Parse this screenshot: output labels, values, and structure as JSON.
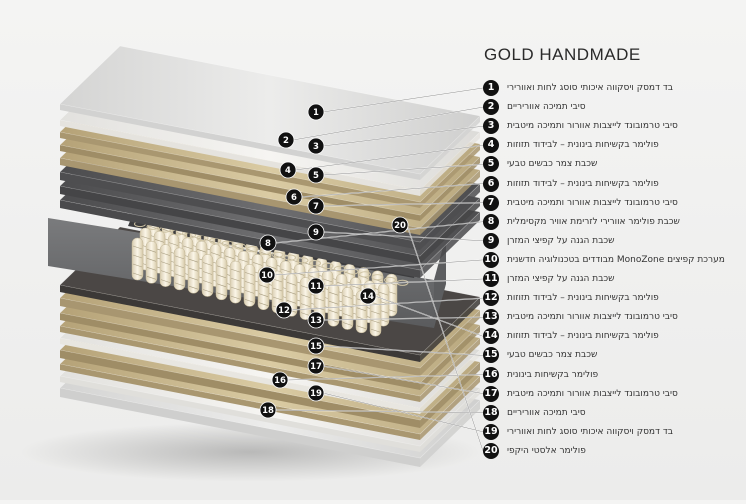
{
  "title": "GOLD HANDMADE",
  "legend": [
    {
      "num": "1",
      "text": "בד דמסק ויסקווה איכותי סוסג לחות ואוורירי"
    },
    {
      "num": "2",
      "text": "סיבי תמיכה אווריריים"
    },
    {
      "num": "3",
      "text": "סיבי טרמובונד לייצבות אוורור ותמיכה מיטבית"
    },
    {
      "num": "4",
      "text": "פולימר בקשיחות בינונית – לבידוד תזוזות"
    },
    {
      "num": "5",
      "text": "שכבת צמר כבשים טבעי"
    },
    {
      "num": "6",
      "text": "פולימר בקשיחות בינונית – לבידוד תזוזות"
    },
    {
      "num": "7",
      "text": "סיבי טרמובונד לייצבות אוורור ותמיכה מיטבית"
    },
    {
      "num": "8",
      "text": "שכבת פולימר אוורירי לזרימת אוויר מקסימלית"
    },
    {
      "num": "9",
      "text": "שכבת הגנה על קפיצי המזרן"
    },
    {
      "num": "10",
      "text": "מערכת קפיצים MonoZone מבודדים בטכנולוגיה חדשנית"
    },
    {
      "num": "11",
      "text": "שכבת הגנה על קפיצי המזרן"
    },
    {
      "num": "12",
      "text": "פולימר בקשיחות בינונית – לבידוד תזוזות"
    },
    {
      "num": "13",
      "text": "סיבי טרמובונד לייצבות אוורור ותמיכה מיטבית"
    },
    {
      "num": "14",
      "text": "פולימר בקשיחות בינונית – לבידוד תזוזות"
    },
    {
      "num": "15",
      "text": "שכבת צמר כבשים טבעי"
    },
    {
      "num": "16",
      "text": "פולימר בקשיחות בינונית"
    },
    {
      "num": "17",
      "text": "סיבי טרמובונד לייצבות אוורור ותמיכה מיטבית"
    },
    {
      "num": "18",
      "text": "סיבי תמיכה אווריריים"
    },
    {
      "num": "19",
      "text": "בד דמסק ויסקווה איכותי סוסג לחות ואוורירי"
    },
    {
      "num": "20",
      "text": "פולימר אלסטי היקפי"
    }
  ],
  "colors": {
    "fabric": "#dedede",
    "white_fiber": "#f0efec",
    "beige": "#c8b78c",
    "dark_foam": "#5a5a5c",
    "gray_frame": "#6d6e70",
    "felt": "#4a4644",
    "spring": "#efe6cf",
    "badge": "#111111"
  }
}
